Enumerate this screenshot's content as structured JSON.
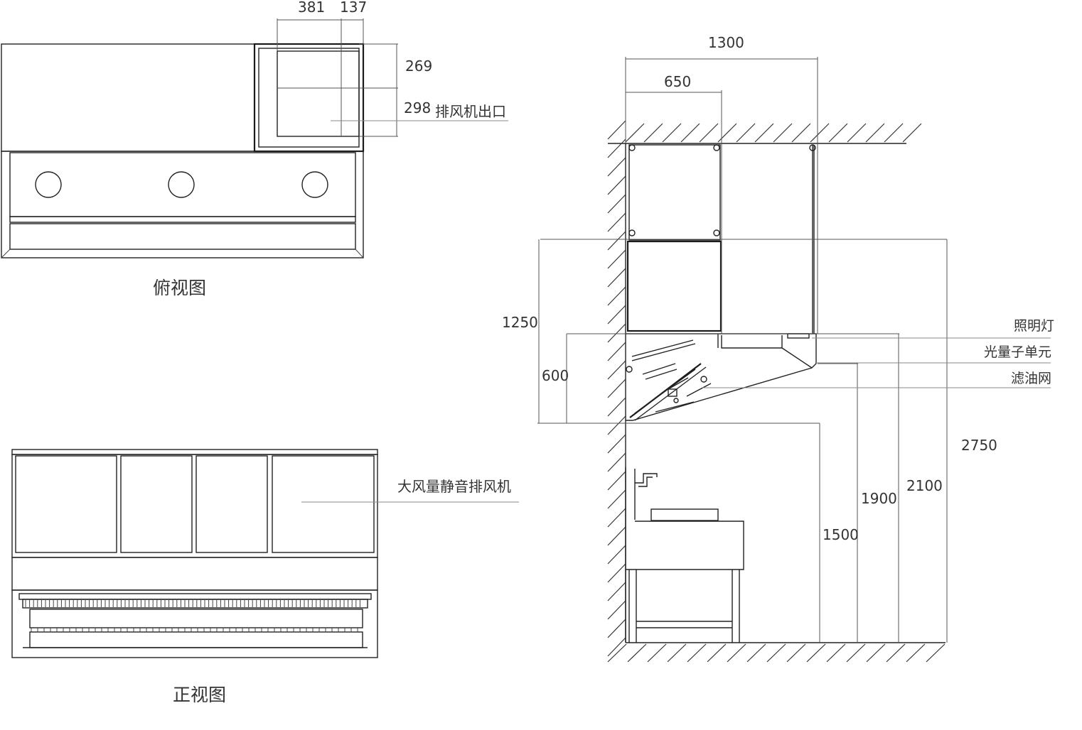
{
  "views": {
    "top_title": "俯视图",
    "front_title": "正视图"
  },
  "dimensions": {
    "d381": "381",
    "d137": "137",
    "d269": "269",
    "d298": "298",
    "d1300": "1300",
    "d650": "650",
    "d1250": "1250",
    "d600": "600",
    "d1500": "1500",
    "d1900": "1900",
    "d2100": "2100",
    "d2750": "2750"
  },
  "labels": {
    "fan_outlet": "排风机出口",
    "silent_fan": "大风量静音排风机",
    "lighting": "照明灯",
    "photon_unit": "光量子单元",
    "oil_filter": "滤油网"
  }
}
